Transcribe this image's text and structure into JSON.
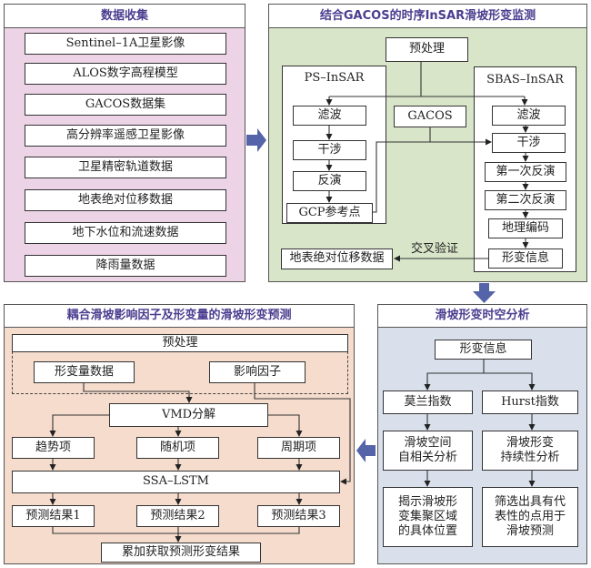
{
  "colors": {
    "title_text": "#4b3d8f",
    "panel1_bg": "#ecd3e6",
    "panel2_bg": "#d9e5c9",
    "panel3_bg": "#f6dccd",
    "panel4_bg": "#d9e0eb",
    "arrow": "#5563a8"
  },
  "data_collection": {
    "title": "数据收集",
    "items": [
      "Sentinel–1A卫星影像",
      "ALOS数字高程模型",
      "GACOS数据集",
      "高分辨率遥感卫星影像",
      "卫星精密轨道数据",
      "地表绝对位移数据",
      "地下水位和流速数据",
      "降雨量数据"
    ]
  },
  "monitoring": {
    "title": "结合GACOS的时序InSAR滑坡形变监测",
    "preprocess": "预处理",
    "gacos": "GACOS",
    "ps_insar": {
      "title": "PS–InSAR",
      "steps": [
        "滤波",
        "干涉",
        "反演",
        "GCP参考点"
      ]
    },
    "sbas_insar": {
      "title": "SBAS–InSAR",
      "steps": [
        "滤波",
        "干涉",
        "第一次反演",
        "第二次反演",
        "地理编码",
        "形变信息"
      ]
    },
    "cross_validation": "交叉验证",
    "ground_data": "地表绝对位移数据"
  },
  "analysis": {
    "title": "滑坡形变时空分析",
    "deformation_info": "形变信息",
    "moran": "莫兰指数",
    "hurst": "Hurst指数",
    "moran_analysis": "滑坡空间\n自相关分析",
    "hurst_analysis": "滑坡形变\n持续性分析",
    "moran_result": "揭示滑坡形\n变集聚区域\n的具体位置",
    "hurst_result": "筛选出具有代\n表性的点用于\n滑坡预测"
  },
  "prediction": {
    "title": "耦合滑坡影响因子及形变量的滑坡形变预测",
    "preprocess": "预处理",
    "deformation_data": "形变量数据",
    "influence_factors": "影响因子",
    "vmd": "VMD分解",
    "components": [
      "趋势项",
      "随机项",
      "周期项"
    ],
    "model": "SSA–LSTM",
    "results": [
      "预测结果1",
      "预测结果2",
      "预测结果3"
    ],
    "final": "累加获取预测形变结果"
  }
}
